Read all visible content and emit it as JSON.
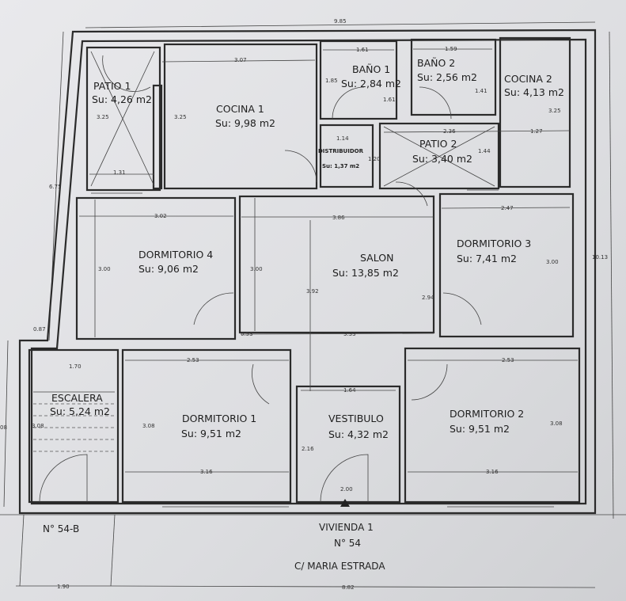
{
  "rooms": [
    {
      "name": "PATIO 1",
      "area": "Su: 4,26 m2"
    },
    {
      "name": "COCINA 1",
      "area": "Su: 9,98 m2"
    },
    {
      "name": "BAÑO 1",
      "area": "Su: 2,84 m2"
    },
    {
      "name": "BAÑO 2",
      "area": "Su: 2,56 m2"
    },
    {
      "name": "COCINA 2",
      "area": "Su: 4,13 m2"
    },
    {
      "name": "DISTRIBUIDOR",
      "area": "Su: 1,37 m2"
    },
    {
      "name": "PATIO 2",
      "area": "Su: 3,40 m2"
    },
    {
      "name": "DORMITORIO 4",
      "area": "Su: 9,06 m2"
    },
    {
      "name": "SALON",
      "area": "Su: 13,85 m2"
    },
    {
      "name": "DORMITORIO 3",
      "area": "Su: 7,41 m2"
    },
    {
      "name": "ESCALERA",
      "area": "Su: 5,24 m2"
    },
    {
      "name": "DORMITORIO 1",
      "area": "Su: 9,51 m2"
    },
    {
      "name": "VESTIBULO",
      "area": "Su: 4,32 m2"
    },
    {
      "name": "DORMITORIO 2",
      "area": "Su: 9,51 m2"
    }
  ],
  "dimensions": [
    "9.85",
    "10.13",
    "6.75",
    "3.07",
    "3.25",
    "3.25",
    "1.31",
    "1.61",
    "1.61",
    "1.85",
    "1.59",
    "1.41",
    "3.25",
    "2.36",
    "1.27",
    "1.14",
    "1.20",
    "1.44",
    "3.02",
    "3.86",
    "2.47",
    "3.00",
    "3.00",
    "3.92",
    "2.94",
    "3.00",
    "0.87",
    "0.53",
    "3.33",
    "1.70",
    "2.53",
    "2.53",
    "1.64",
    "3.08",
    "3.08",
    "3.08",
    "2.16",
    "3.16",
    "3.16",
    "2.00",
    "1.90",
    "8.82",
    "08"
  ],
  "labels": {
    "neighbor": "N° 54-B",
    "dwelling": "VIVIENDA 1",
    "number": "N° 54",
    "street": "C/ MARIA ESTRADA"
  }
}
